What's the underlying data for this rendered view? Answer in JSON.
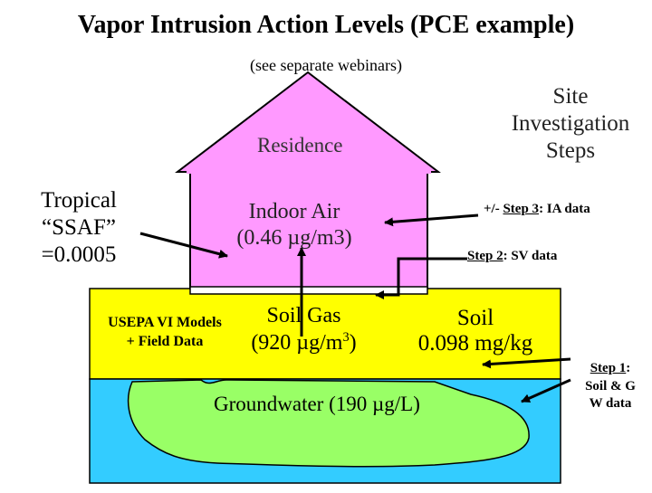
{
  "title": "Vapor Intrusion Action Levels (PCE example)",
  "subtitle": "(see separate webinars)",
  "right_heading": [
    "Site",
    "Investigation",
    "Steps"
  ],
  "house": {
    "label": "Residence",
    "indoor_air": [
      "Indoor Air",
      "(0.46 µg/m3)"
    ]
  },
  "tropical": [
    "Tropical",
    "“SSAF”",
    "=0.0005"
  ],
  "soil_layer": {
    "models": [
      "USEPA VI Models",
      "+ Field Data"
    ],
    "soil_gas": {
      "line1": "Soil Gas",
      "line2": "(920 µg/m",
      "sup": "3",
      "close": ")"
    },
    "soil": [
      "Soil",
      "0.098 mg/kg"
    ]
  },
  "groundwater": {
    "label": "Groundwater (190 µg/L)"
  },
  "steps": {
    "step3": {
      "prefix": "+/- ",
      "name": "Step 3",
      "suffix": ": IA data"
    },
    "step2": {
      "name": "Step 2",
      "suffix": ": SV data"
    },
    "step1": {
      "name": "Step 1",
      "suffix": ":",
      "lines": [
        "Soil & G",
        "W data"
      ]
    }
  },
  "colors": {
    "house": "#FF99FF",
    "soil": "#FFFF00",
    "water": "#33CCFF",
    "green": "#99FF66"
  }
}
